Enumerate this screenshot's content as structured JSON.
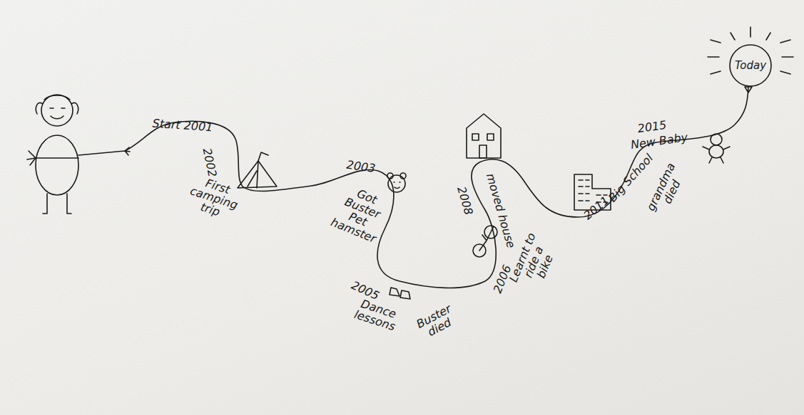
{
  "diagram": {
    "nodes": [
      {
        "text": [
          "Today"
        ]
      }
    ],
    "labels": [
      "Start 2001",
      "2002",
      "First camping trip",
      "2003",
      "Got Buster Pet hamster",
      "2005",
      "Dance lessons",
      "Buster died",
      "2006",
      "Learnt to ride a bike",
      "2008",
      "moved house",
      "2011",
      "Big School",
      "grandma died",
      "2015",
      "New Baby"
    ]
  }
}
